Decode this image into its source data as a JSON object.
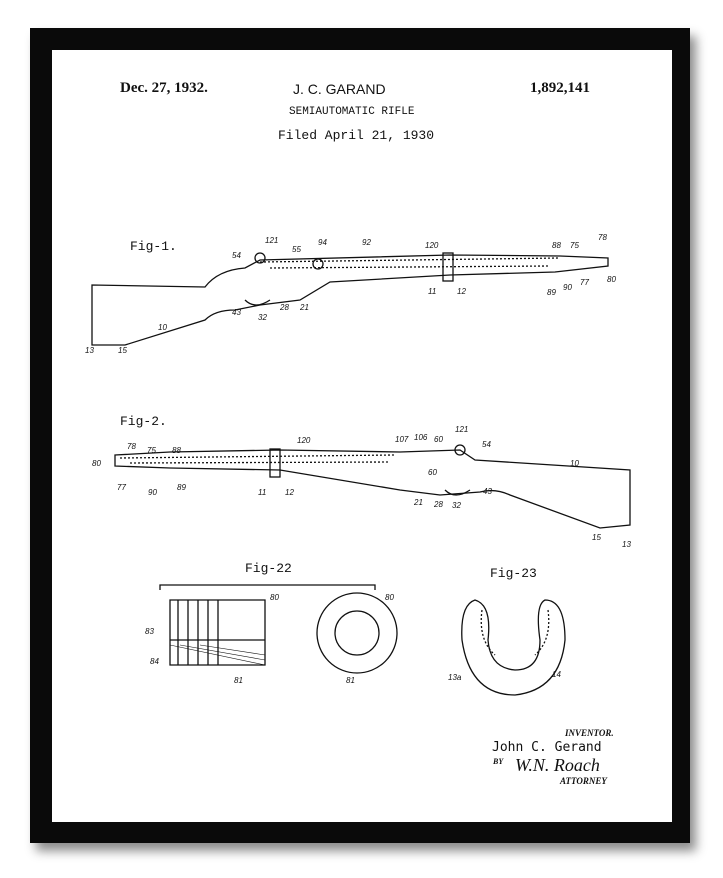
{
  "header": {
    "date": "Dec. 27, 1932.",
    "inventor_name": "J. C. GARAND",
    "patent_number": "1,892,141",
    "title": "SEMIAUTOMATIC RIFLE",
    "filed": "Filed April 21, 1930"
  },
  "figures": {
    "fig1": "Fig-1.",
    "fig2": "Fig-2.",
    "fig22": "Fig-22",
    "fig23": "Fig-23"
  },
  "fig1_refs": [
    "54",
    "121",
    "55",
    "94",
    "92",
    "120",
    "88",
    "75",
    "78",
    "80",
    "77",
    "90",
    "89",
    "12",
    "11",
    "21",
    "28",
    "32",
    "43",
    "10",
    "13",
    "15"
  ],
  "fig2_refs": [
    "78",
    "75",
    "88",
    "80",
    "77",
    "90",
    "89",
    "120",
    "11",
    "12",
    "107",
    "106",
    "60",
    "121",
    "54",
    "10",
    "60",
    "21",
    "28",
    "32",
    "43",
    "15",
    "13"
  ],
  "fig22_refs": [
    "80",
    "83",
    "84",
    "81",
    "80",
    "81"
  ],
  "fig23_refs": [
    "13a",
    "14"
  ],
  "signature": {
    "inventor_label": "INVENTOR.",
    "inventor": "John C. Gerand",
    "by": "BY",
    "attorney_signature": "W.N. Roach",
    "attorney_label": "ATTORNEY"
  }
}
